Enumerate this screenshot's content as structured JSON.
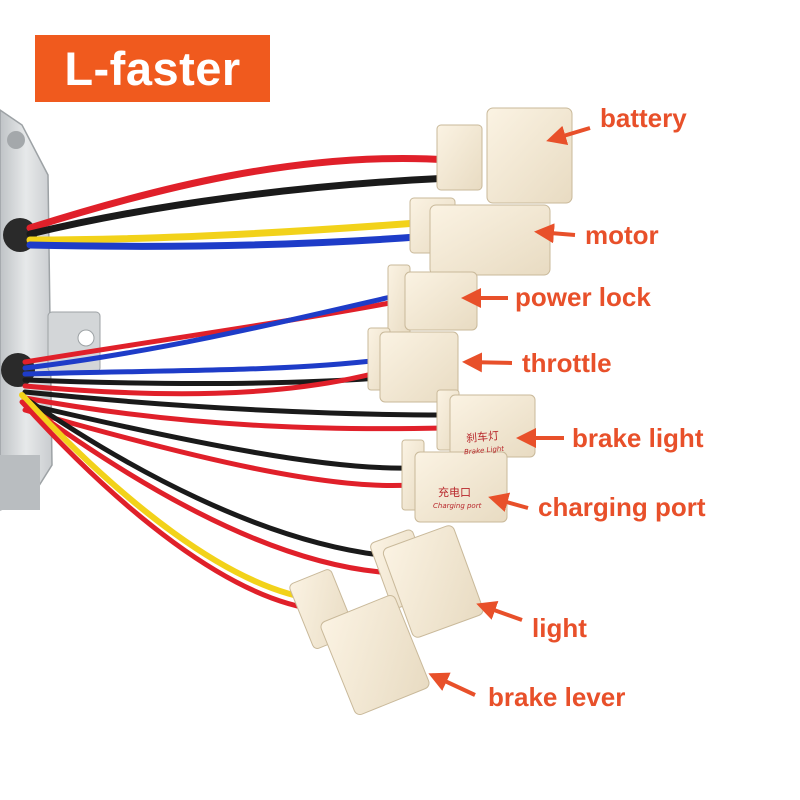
{
  "brand": {
    "name": "L-faster",
    "bg_color": "#f05a1e"
  },
  "label_color": "#e8502a",
  "labels": [
    {
      "id": "battery",
      "text": "battery"
    },
    {
      "id": "motor",
      "text": "motor"
    },
    {
      "id": "power-lock",
      "text": "power lock"
    },
    {
      "id": "throttle",
      "text": "throttle"
    },
    {
      "id": "brake-light",
      "text": "brake light"
    },
    {
      "id": "charging-port",
      "text": "charging port"
    },
    {
      "id": "light",
      "text": "light"
    },
    {
      "id": "brake-lever",
      "text": "brake lever"
    }
  ],
  "connector_prints": {
    "brake_light_cn": "刹车灯",
    "brake_light_en": "Brake Light",
    "charging_cn": "充电口",
    "charging_en": "Charging port"
  },
  "wire_colors": {
    "red": "#e0202a",
    "black": "#1a1a1a",
    "blue": "#1e3cc8",
    "yellow": "#f2d21a"
  }
}
